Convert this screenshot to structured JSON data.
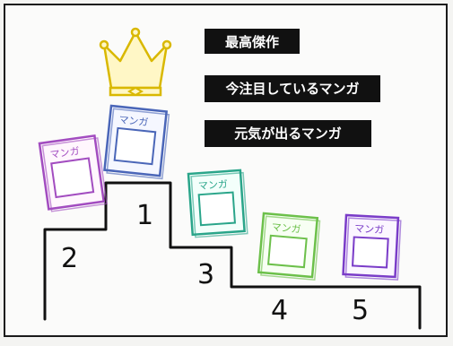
{
  "banners": [
    {
      "text": "最高傑作"
    },
    {
      "text": "今注目しているマンガ"
    },
    {
      "text": "元気が出るマンガ"
    }
  ],
  "books": [
    {
      "label": "マンガ",
      "color": "#4a66b8",
      "rank": "1"
    },
    {
      "label": "マンガ",
      "color": "#a24cc0",
      "rank": "2"
    },
    {
      "label": "マンガ",
      "color": "#2aa58a",
      "rank": "3"
    },
    {
      "label": "マンガ",
      "color": "#6cc04a",
      "rank": "4"
    },
    {
      "label": "マンガ",
      "color": "#7a3cc8",
      "rank": "5"
    }
  ],
  "ranks": [
    "1",
    "2",
    "3",
    "4",
    "5"
  ],
  "crown_color": "#f2d23a"
}
